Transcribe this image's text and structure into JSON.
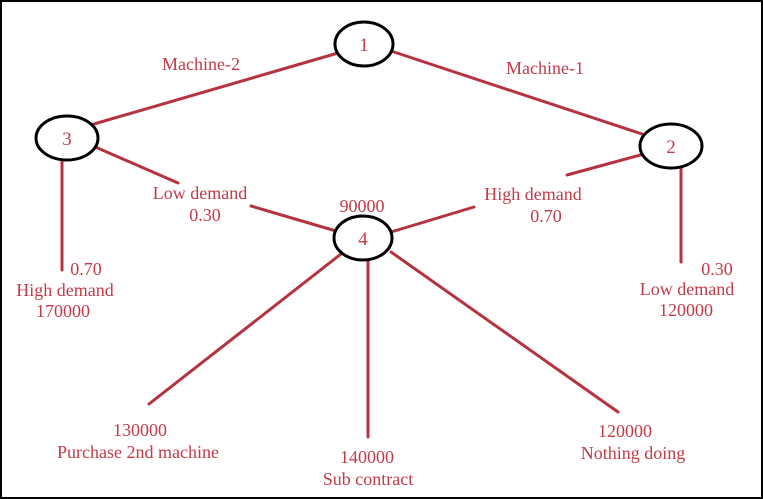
{
  "diagram": {
    "type": "decision-tree",
    "colors": {
      "line": "#b5333f",
      "text": "#c23b49",
      "node_border": "#000000",
      "background": "#ffffff",
      "frame": "#000000"
    },
    "nodes": [
      {
        "id": "1",
        "label": "1"
      },
      {
        "id": "2",
        "label": "2"
      },
      {
        "id": "3",
        "label": "3"
      },
      {
        "id": "4",
        "label": "4"
      }
    ],
    "branch_labels": {
      "machine2": "Machine-2",
      "machine1": "Machine-1",
      "low_demand": "Low demand",
      "low_demand_prob": "0.30",
      "high_demand": "High demand",
      "high_demand_prob": "0.70",
      "node4_value": "90000"
    },
    "outcomes": {
      "left": {
        "prob": "0.70",
        "label": "High demand",
        "value": "170000"
      },
      "right": {
        "prob": "0.30",
        "label": "Low demand",
        "value": "120000"
      },
      "purchase": {
        "value": "130000",
        "label": "Purchase 2nd machine"
      },
      "subcontract": {
        "value": "140000",
        "label": "Sub contract"
      },
      "nothing": {
        "value": "120000",
        "label": "Nothing doing"
      }
    }
  }
}
